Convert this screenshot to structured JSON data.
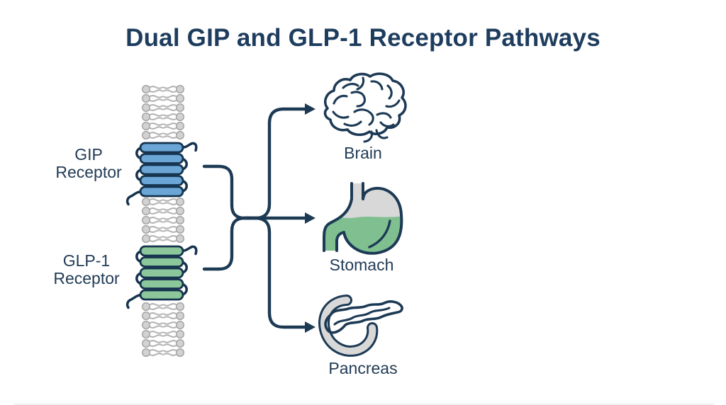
{
  "title": "Dual GIP and GLP-1 Receptor Pathways",
  "membrane": {
    "receptors": [
      {
        "name": "GIP Receptor",
        "label_line1": "GIP",
        "label_line2": "Receptor",
        "color": "#6ba6d6"
      },
      {
        "name": "GLP-1 Receptor",
        "label_line1": "GLP-1",
        "label_line2": "Receptor",
        "color": "#8cc79b"
      }
    ]
  },
  "organs": [
    {
      "name": "Brain"
    },
    {
      "name": "Stomach"
    },
    {
      "name": "Pancreas"
    }
  ],
  "colors": {
    "title_navy": "#1e3d5e",
    "line_navy": "#1d3a55",
    "gip_blue": "#6ba6d6",
    "glp1_green": "#8cc79b",
    "lipid_grey": "#d2d2d2",
    "organ_grey": "#d8d8d8",
    "stomach_green": "#7fbf90",
    "pancreas_green": "#8ac79a",
    "background": "#ffffff"
  }
}
